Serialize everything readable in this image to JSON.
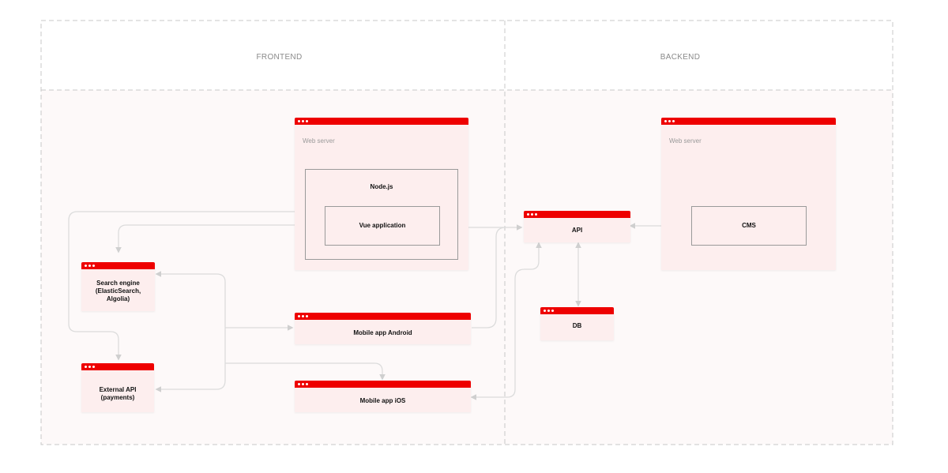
{
  "zones": {
    "frontend": "FRONTEND",
    "backend": "BACKEND"
  },
  "nodes": {
    "web_server_front": {
      "caption": "Web server"
    },
    "nodejs": {
      "label": "Node.js"
    },
    "vue_app": {
      "label": "Vue application"
    },
    "web_server_back": {
      "caption": "Web server"
    },
    "cms": {
      "label": "CMS"
    },
    "api": {
      "label": "API"
    },
    "db": {
      "label": "DB"
    },
    "search_engine": {
      "line1": "Search engine",
      "line2": "(ElasticSearch,",
      "line3": "Algolia)"
    },
    "external_api": {
      "line1": "External API",
      "line2": "(payments)"
    },
    "mobile_android": {
      "label": "Mobile app Android"
    },
    "mobile_ios": {
      "label": "Mobile app iOS"
    }
  },
  "colors": {
    "window_bar": "#ee0000",
    "card_fill": "#fdeeee",
    "connector": "#dcdcdc",
    "zone_border": "#c8c8c8"
  }
}
